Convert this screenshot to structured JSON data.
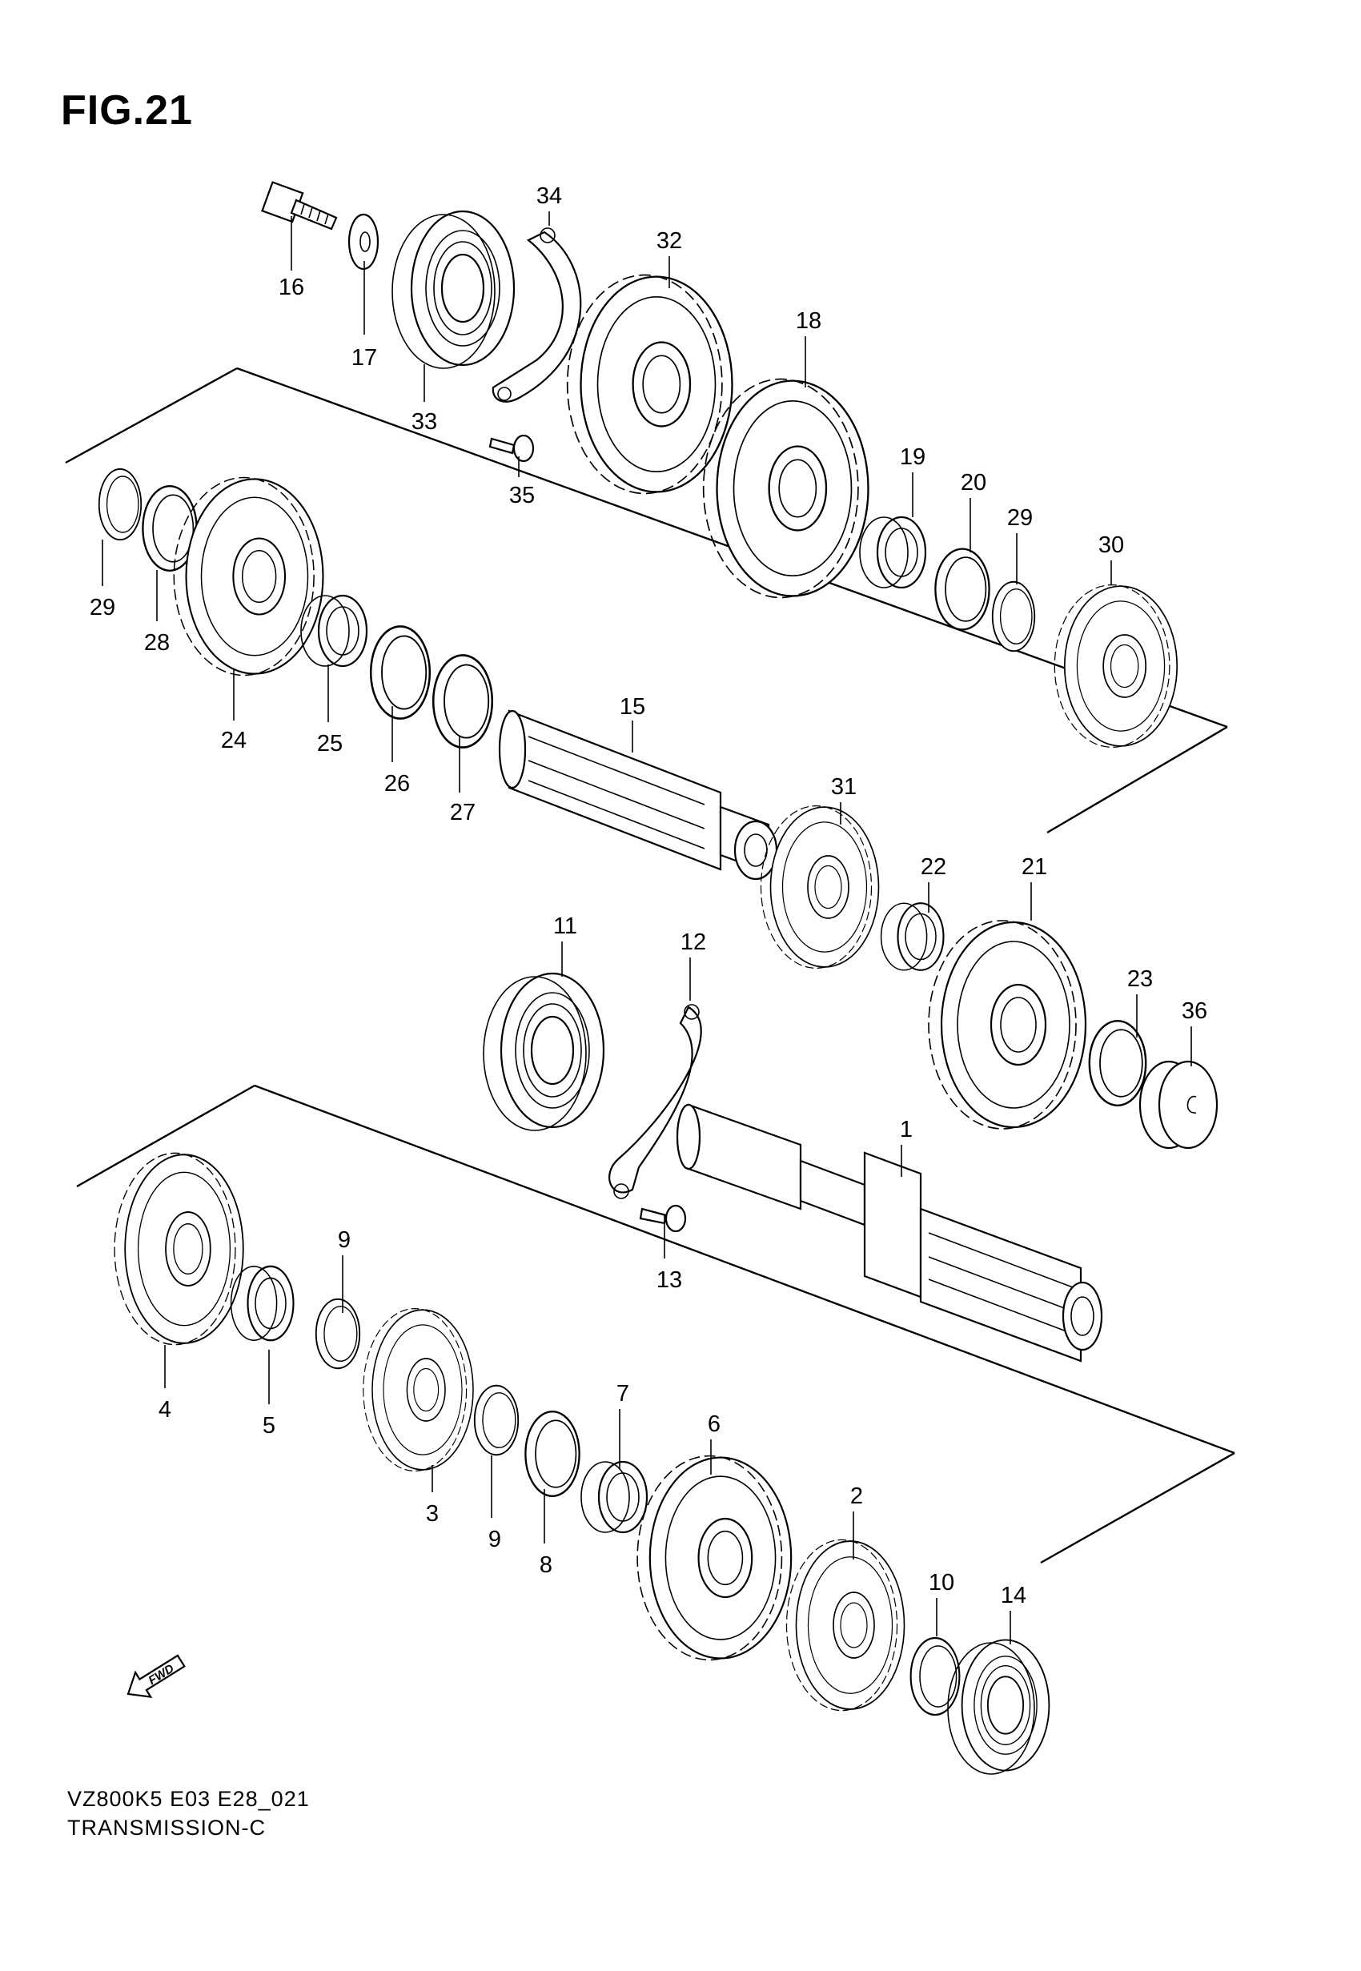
{
  "figure": {
    "title": "FIG.21"
  },
  "footer": {
    "model_code": "VZ800K5 E03 E28_021",
    "section_name": "TRANSMISSION-C"
  },
  "fwd_marker": {
    "text": "FWD"
  },
  "callouts": {
    "c1": "1",
    "c2": "2",
    "c3": "3",
    "c4": "4",
    "c5": "5",
    "c6": "6",
    "c7": "7",
    "c8": "8",
    "c9a": "9",
    "c9b": "9",
    "c10": "10",
    "c11": "11",
    "c12": "12",
    "c13": "13",
    "c14": "14",
    "c15": "15",
    "c16": "16",
    "c17": "17",
    "c18": "18",
    "c19": "19",
    "c20": "20",
    "c21": "21",
    "c22": "22",
    "c23": "23",
    "c24": "24",
    "c25": "25",
    "c26": "26",
    "c27": "27",
    "c28": "28",
    "c29a": "29",
    "c29b": "29",
    "c30": "30",
    "c31": "31",
    "c32": "32",
    "c33": "33",
    "c34": "34",
    "c35": "35",
    "c36": "36"
  }
}
